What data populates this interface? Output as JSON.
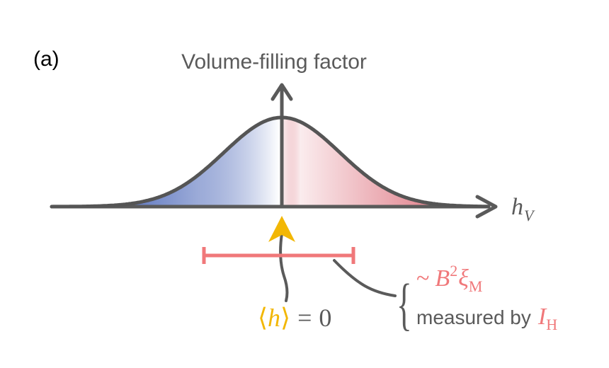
{
  "panel_label": "(a)",
  "title": "Volume-filling factor",
  "axis": {
    "x_symbol": "h",
    "x_subscript": "V"
  },
  "mean_label": {
    "left_bracket": "⟨",
    "symbol": "h",
    "right_bracket": "⟩",
    "equals": "=",
    "value": "0"
  },
  "width_annotation": {
    "brace": "{",
    "line1_tilde": "~",
    "line1_B": "B",
    "line1_exp": "2",
    "line1_xi": "ξ",
    "line1_sub": "M",
    "line2_text": "measured by",
    "line2_I": "I",
    "line2_sub": "H"
  },
  "colors": {
    "axis": "#5a5a5a",
    "curve": "#555555",
    "negative_fill": "#4a66b8",
    "positive_fill": "#d9606e",
    "mean_marker": "#f2b705",
    "width_bar": "#f0787a",
    "text": "#5a5a5a"
  }
}
